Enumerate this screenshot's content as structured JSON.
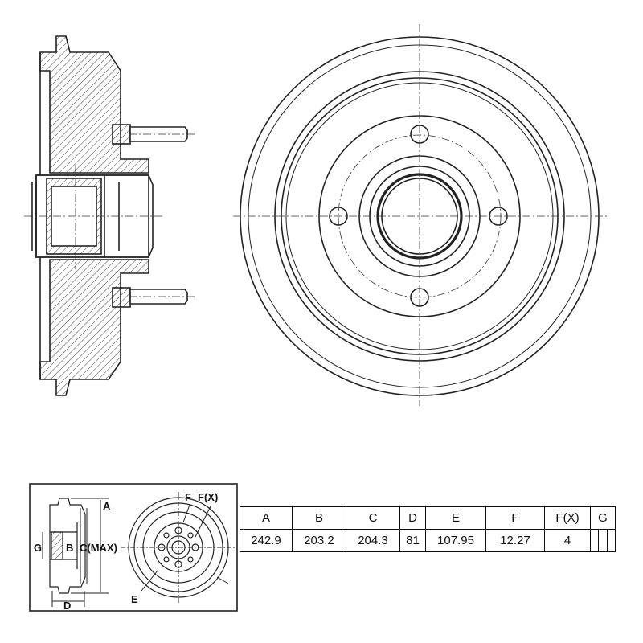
{
  "legend_labels": {
    "A": "A",
    "B": "B",
    "C": "C(MAX)",
    "D": "D",
    "E": "E",
    "F": "F",
    "FX": "F(X)",
    "G": "G"
  },
  "spec_table": {
    "headers": [
      "A",
      "B",
      "C",
      "D",
      "E",
      "F",
      "F(X)",
      "G"
    ],
    "values": [
      "242.9",
      "203.2",
      "204.3",
      "81",
      "107.95",
      "12.27",
      "4",
      ""
    ]
  }
}
